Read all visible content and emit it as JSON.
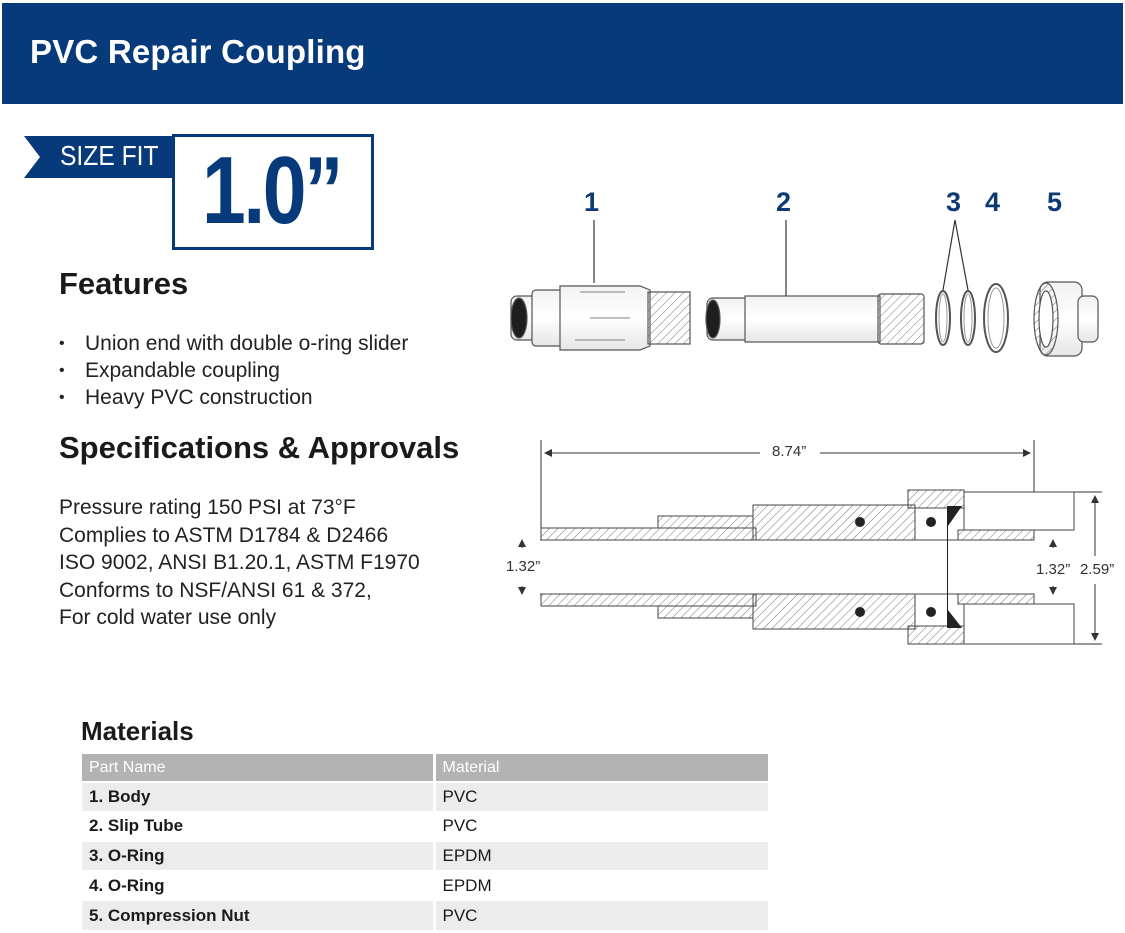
{
  "header": {
    "title": "PVC Repair Coupling"
  },
  "size_badge": {
    "label": "SIZE FIT",
    "value": "1.0”"
  },
  "features": {
    "title": "Features",
    "items": [
      "Union end with double o-ring slider",
      "Expandable coupling",
      "Heavy PVC construction"
    ]
  },
  "specifications": {
    "title": "Specifications & Approvals",
    "lines": [
      "Pressure rating 150 PSI at 73°F",
      "Complies to ASTM D1784 & D2466",
      "ISO 9002, ANSI B1.20.1, ASTM F1970",
      "Conforms to NSF/ANSI 61 & 372,",
      "For cold water use only"
    ]
  },
  "exploded_view": {
    "callouts": [
      "1",
      "2",
      "3",
      "4",
      "5"
    ]
  },
  "dimensions": {
    "overall_length": "8.74”",
    "left_diameter": "1.32”",
    "right_inner_diameter": "1.32”",
    "outer_diameter": "2.59”"
  },
  "materials": {
    "title": "Materials",
    "headers": [
      "Part Name",
      "Material"
    ],
    "rows": [
      [
        "1. Body",
        "PVC"
      ],
      [
        "2. Slip Tube",
        "PVC"
      ],
      [
        "3. O-Ring",
        "EPDM"
      ],
      [
        "4. O-Ring",
        "EPDM"
      ],
      [
        "5. Compression Nut",
        "PVC"
      ]
    ]
  },
  "colors": {
    "brand_blue": "#073a7a",
    "table_header_gray": "#b3b3b3",
    "row_shade": "#ececec"
  }
}
